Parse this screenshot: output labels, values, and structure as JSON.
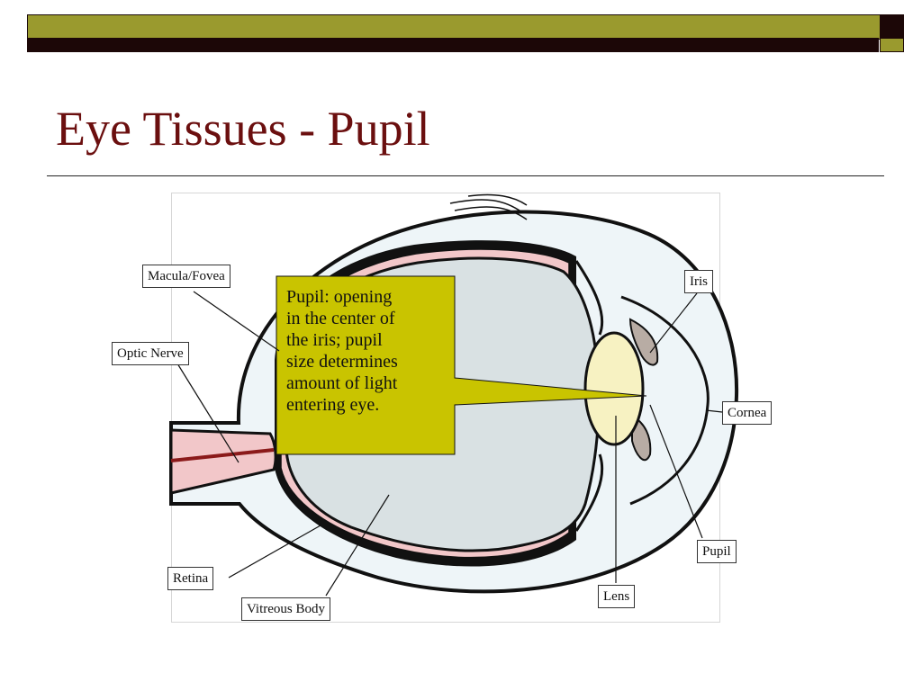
{
  "slide": {
    "title": "Eye Tissues - Pupil"
  },
  "theme": {
    "olive": "#9a9a2e",
    "dark": "#1c0707",
    "title_color": "#6b0f0f",
    "callout_fill": "#c9c400",
    "vitreous": "#d9e1e3",
    "lens": "#f7f2c2",
    "retina_pink": "#f2c7c9"
  },
  "callout": {
    "text": "Pupil: opening\nin the center of\nthe iris; pupil\nsize determines\namount of light\nentering eye."
  },
  "labels": {
    "macula_fovea": "Macula/Fovea",
    "optic_nerve": "Optic Nerve",
    "retina": "Retina",
    "vitreous_body": "Vitreous Body",
    "iris": "Iris",
    "cornea": "Cornea",
    "pupil": "Pupil",
    "lens": "Lens"
  }
}
